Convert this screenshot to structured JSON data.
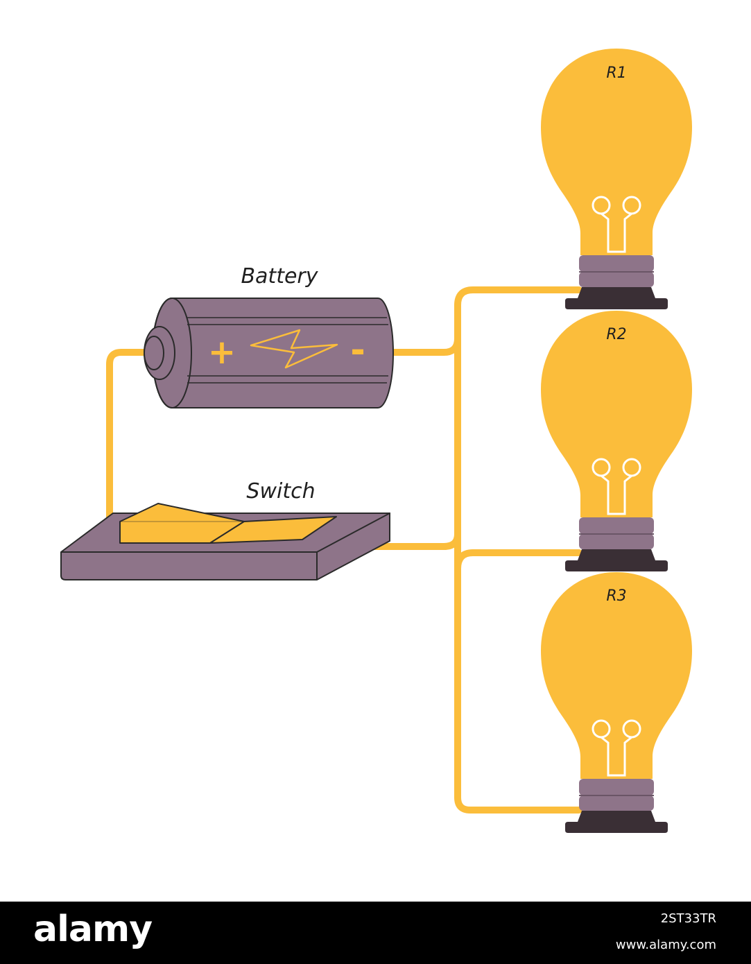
{
  "labels": {
    "battery": "Battery",
    "switch": "Switch",
    "r1": "R1",
    "r2": "R2",
    "r3": "R3"
  },
  "battery_symbols": {
    "plus": "+",
    "minus": "-"
  },
  "colors": {
    "wire": "#FBBD3B",
    "body_purple": "#8E7489",
    "base_dark": "#3A2F35",
    "bulb_yellow": "#FBBD3B",
    "outline": "#2A2A2A"
  },
  "icons": [
    "battery-icon",
    "switch-icon",
    "light-bulb-icon"
  ],
  "footer": {
    "brand": "alamy",
    "image_id": "2ST33TR",
    "site": "www.alamy.com"
  }
}
